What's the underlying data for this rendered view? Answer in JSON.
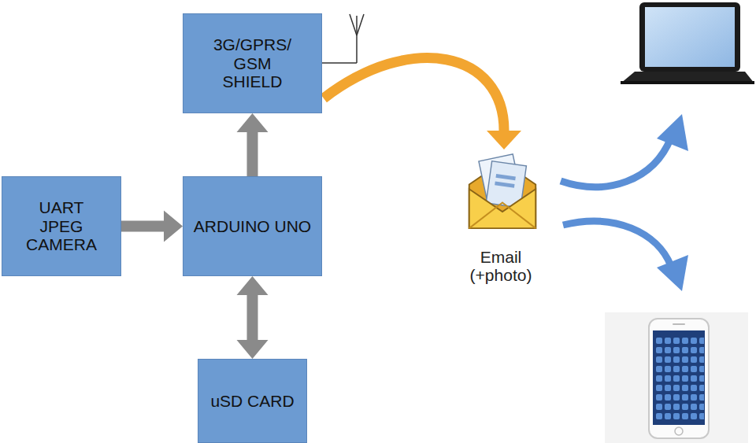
{
  "diagram": {
    "nodes": [
      {
        "text": [
          "3G/GPRS/ GSM SHIELD"
        ]
      },
      {
        "text": [
          "UART JPEG CAMERA"
        ]
      },
      {
        "text": [
          "ARDUINO UNO"
        ]
      },
      {
        "text": [
          "Email (+photo)"
        ]
      },
      {
        "text": [
          "uSD CARD"
        ]
      }
    ],
    "edges": [
      {
        "from": 1,
        "to": 2,
        "arrow": "to"
      },
      {
        "from": 2,
        "to": 0,
        "arrow": "to"
      },
      {
        "from": 2,
        "to": 4,
        "arrow": "both"
      },
      {
        "from": 0,
        "to": 3,
        "arrow": "to"
      }
    ]
  }
}
